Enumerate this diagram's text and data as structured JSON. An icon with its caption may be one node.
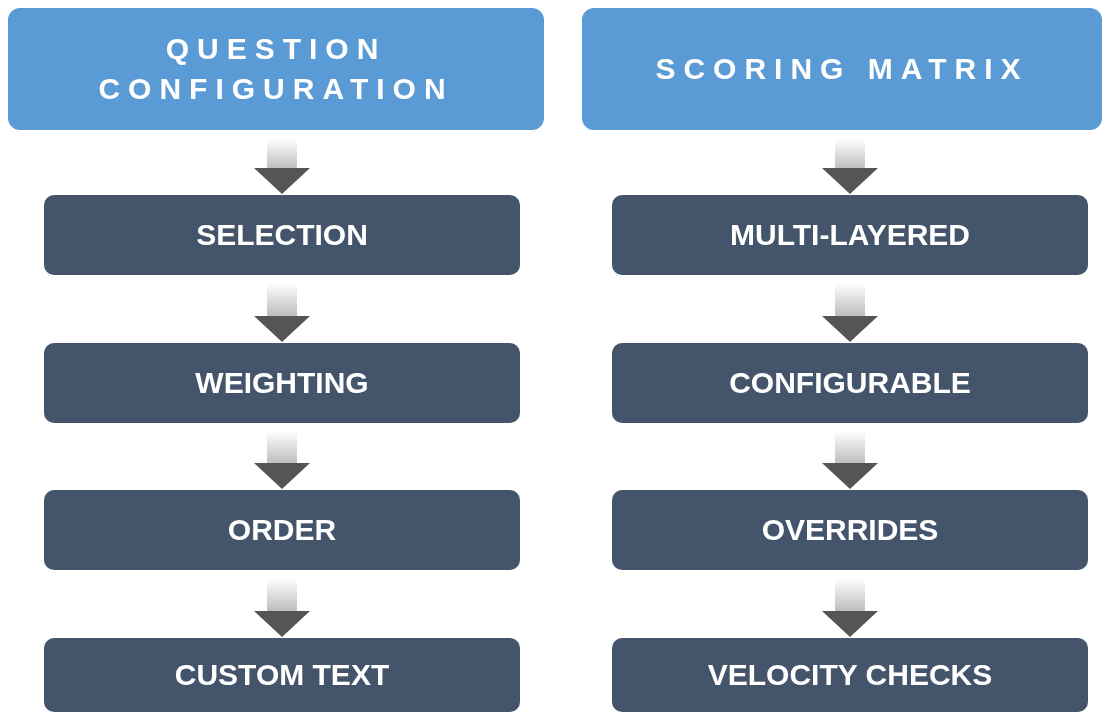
{
  "diagram": {
    "nodes": [
      {
        "text": [
          "QUESTION CONFIGURATION"
        ]
      },
      {
        "text": [
          "SELECTION"
        ]
      },
      {
        "text": [
          "WEIGHTING"
        ]
      },
      {
        "text": [
          "ORDER"
        ]
      },
      {
        "text": [
          "CUSTOM TEXT"
        ]
      },
      {
        "text": [
          "SCORING MATRIX"
        ]
      },
      {
        "text": [
          "MULTI-LAYERED"
        ]
      },
      {
        "text": [
          "CONFIGURABLE"
        ]
      },
      {
        "text": [
          "OVERRIDES"
        ]
      },
      {
        "text": [
          "VELOCITY CHECKS"
        ]
      }
    ],
    "edges": [
      {
        "from": 0,
        "to": 1,
        "arrow": "to"
      },
      {
        "from": 1,
        "to": 2,
        "arrow": "to"
      },
      {
        "from": 2,
        "to": 3,
        "arrow": "to"
      },
      {
        "from": 3,
        "to": 4,
        "arrow": "to"
      },
      {
        "from": 5,
        "to": 6,
        "arrow": "to"
      },
      {
        "from": 6,
        "to": 7,
        "arrow": "to"
      },
      {
        "from": 7,
        "to": 8,
        "arrow": "to"
      },
      {
        "from": 8,
        "to": 9,
        "arrow": "to"
      }
    ]
  }
}
